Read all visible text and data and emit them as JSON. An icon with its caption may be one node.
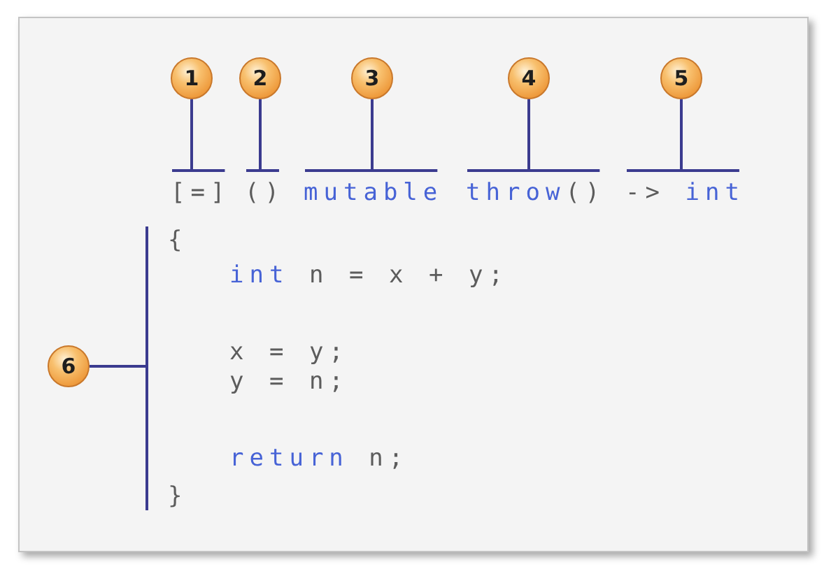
{
  "diagram": {
    "nodes": [
      {
        "text": [
          "1"
        ]
      },
      {
        "text": [
          "2"
        ]
      },
      {
        "text": [
          "3"
        ]
      },
      {
        "text": [
          "4"
        ]
      },
      {
        "text": [
          "5"
        ]
      },
      {
        "text": [
          "[=]"
        ]
      },
      {
        "text": [
          "()"
        ]
      },
      {
        "text": [
          "mutable"
        ]
      },
      {
        "text": [
          "throw()"
        ]
      },
      {
        "text": [
          "-> int"
        ]
      },
      {
        "text": [
          "6"
        ]
      },
      {
        "text": [
          "{",
          "int n = x + y;",
          "x = y;",
          "y = n;",
          "return n;",
          "}"
        ]
      }
    ],
    "edges": [
      {
        "from": 0,
        "to": 5,
        "arrow": "none"
      },
      {
        "from": 1,
        "to": 6,
        "arrow": "none"
      },
      {
        "from": 2,
        "to": 7,
        "arrow": "none"
      },
      {
        "from": 3,
        "to": 8,
        "arrow": "none"
      },
      {
        "from": 4,
        "to": 9,
        "arrow": "none"
      },
      {
        "from": 10,
        "to": 11,
        "arrow": "none"
      }
    ]
  }
}
